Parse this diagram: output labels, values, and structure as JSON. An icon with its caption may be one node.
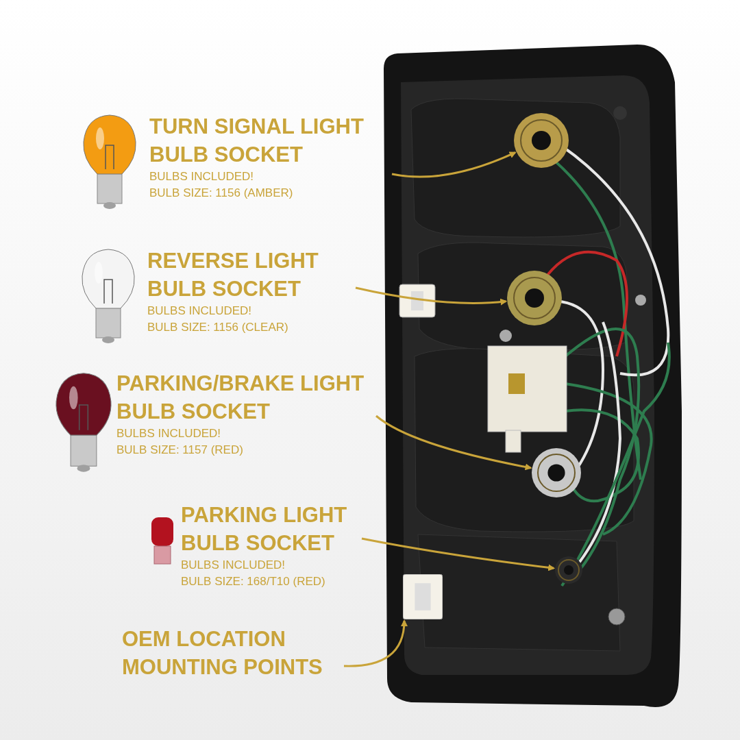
{
  "diagram": {
    "nodes": [
      {
        "text": [
          "TURN SIGNAL LIGHT BULB SOCKET",
          "BULBS INCLUDED!",
          "BULB SIZE: 1156 (AMBER)"
        ]
      },
      {
        "text": [],
        "shape": "circle"
      },
      {
        "text": [
          "REVERSE LIGHT BULB SOCKET",
          "BULBS INCLUDED!",
          "BULB SIZE: 1156 (CLEAR)"
        ]
      },
      {
        "text": [],
        "shape": "circle"
      },
      {
        "text": [
          "PARKING/BRAKE LIGHT BULB SOCKET",
          "BULBS INCLUDED!",
          "BULB SIZE: 1157 (RED)"
        ]
      },
      {
        "text": [],
        "shape": "circle"
      },
      {
        "text": [
          "PARKING LIGHT BULB SOCKET",
          "BULBS INCLUDED!",
          "BULB SIZE: 168/T10 (RED)"
        ]
      },
      {
        "text": [],
        "shape": "circle"
      },
      {
        "text": [
          "OEM LOCATION MOUNTING POINTS"
        ]
      },
      {
        "text": [],
        "shape": "box"
      }
    ],
    "edges": [
      {
        "from": 0,
        "to": 1,
        "arrow": "to"
      },
      {
        "from": 2,
        "to": 3,
        "arrow": "to"
      },
      {
        "from": 4,
        "to": 5,
        "arrow": "to"
      },
      {
        "from": 6,
        "to": 7,
        "arrow": "to"
      },
      {
        "from": 8,
        "to": 9,
        "arrow": "to"
      }
    ]
  }
}
